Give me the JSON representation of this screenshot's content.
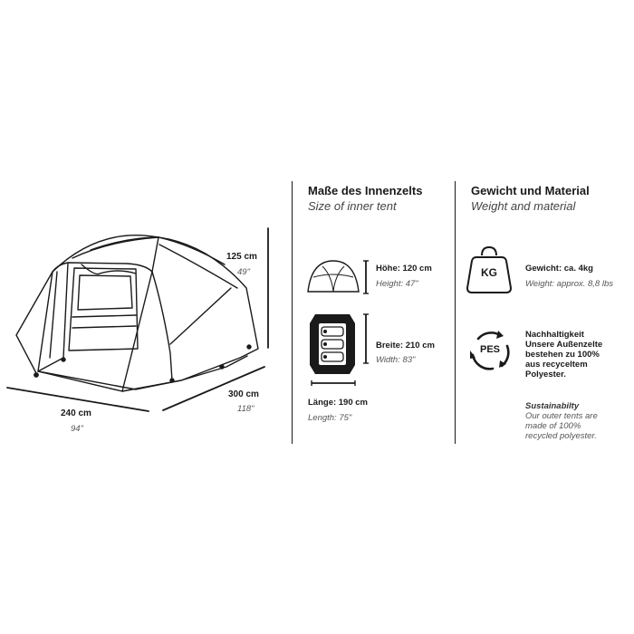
{
  "tent_dimensions": {
    "height": {
      "cm": "125 cm",
      "inch": "49\""
    },
    "length": {
      "cm": "300 cm",
      "inch": "118\""
    },
    "width": {
      "cm": "240 cm",
      "inch": "94\""
    }
  },
  "inner_tent": {
    "title": "Maße des Innenzelts",
    "subtitle": "Size of inner tent",
    "height": {
      "label": "Höhe: 120 cm",
      "label_en": "Height: 47\""
    },
    "width": {
      "label": "Breite: 210 cm",
      "label_en": "Width: 83\""
    },
    "length": {
      "label": "Länge: 190 cm",
      "label_en": "Length: 75\""
    }
  },
  "weight_material": {
    "title": "Gewicht und Material",
    "subtitle": "Weight and material",
    "weight_icon_text": "KG",
    "weight": {
      "label": "Gewicht: ca. 4kg",
      "label_en": "Weight: approx. 8,8 lbs"
    },
    "recycle_icon_text": "PES",
    "sustainability": {
      "lines_de": [
        "Nachhaltigkeit",
        "Unsere Außenzelte",
        "bestehen zu 100%",
        "aus recyceltem",
        "Polyester."
      ],
      "lines_en": [
        "Sustainabilty",
        "Our outer tents are",
        "made of 100%",
        "recycled polyester."
      ]
    }
  }
}
